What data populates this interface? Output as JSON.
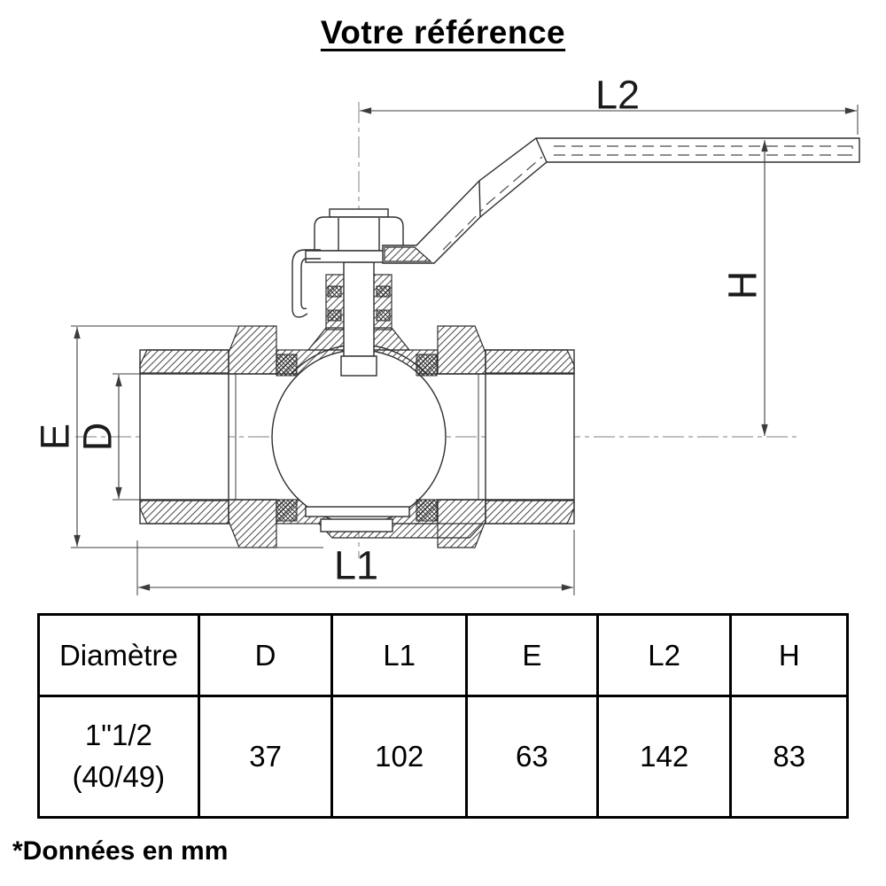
{
  "title": "Votre référence",
  "drawing": {
    "labels": {
      "l2": "L2",
      "h": "H",
      "e": "E",
      "d": "D",
      "l1": "L1"
    },
    "line_color": "#2e2e2e",
    "centerline_color": "#9a9a9a"
  },
  "table": {
    "headers": [
      "Diamètre",
      "D",
      "L1",
      "E",
      "L2",
      "H"
    ],
    "row": {
      "diameter_line1": "1\"1/2",
      "diameter_line2": "(40/49)",
      "d": "37",
      "l1": "102",
      "e": "63",
      "l2": "142",
      "h": "83"
    }
  },
  "footnote": "*Données en mm"
}
